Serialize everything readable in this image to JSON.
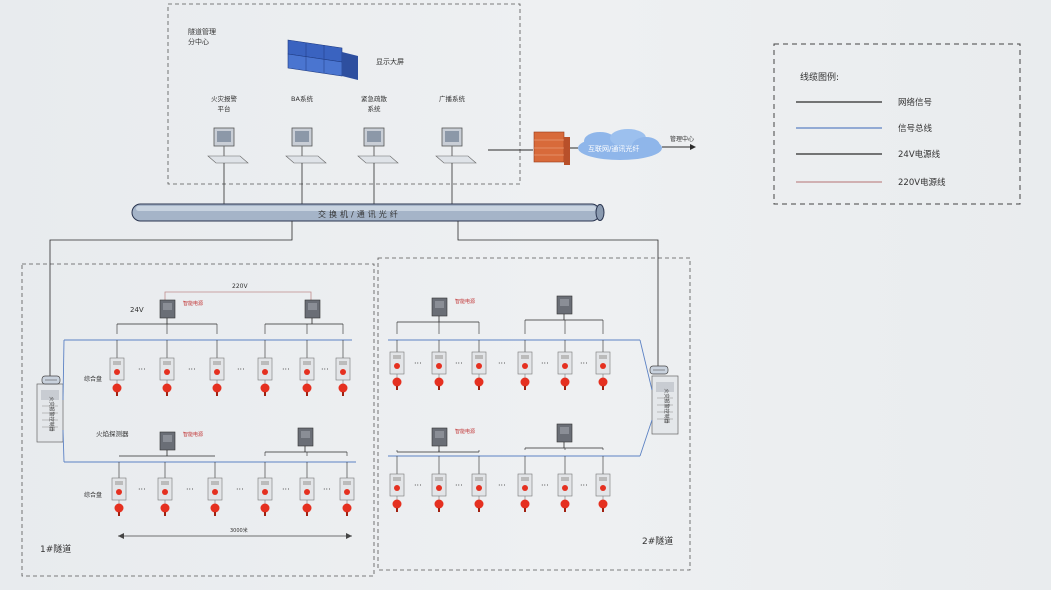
{
  "control_center": {
    "title_line1": "隧道管理",
    "title_line2": "分中心",
    "display_wall_label": "显示大屏",
    "workstations": [
      {
        "label": "火灾报警",
        "label2": "平台"
      },
      {
        "label": "BA系统",
        "label2": ""
      },
      {
        "label": "紧急疏散",
        "label2": "系统"
      },
      {
        "label": "广播系统",
        "label2": ""
      }
    ],
    "cloud_label": "互联网/通讯光纤",
    "mgmt_center_label": "管理中心"
  },
  "backbone_label": "交换机/通讯光纤",
  "legend": {
    "title": "线缆图例:",
    "items": [
      {
        "label": "网络信号",
        "color": "#2b2b2b"
      },
      {
        "label": "信号总线",
        "color": "#5c82c4"
      },
      {
        "label": "24V电源线",
        "color": "#2b2b2b"
      },
      {
        "label": "220V电源线",
        "color": "#c08c8c"
      }
    ]
  },
  "tunnel1": {
    "label": "1#隧道",
    "controller_label": "火灾报警控制器",
    "label_220v": "220V",
    "label_24v": "24V",
    "power_supply_label": "智能电源",
    "junction_label": "综合盘",
    "detector_label": "火焰探测器",
    "dimension_label": "3000米"
  },
  "tunnel2": {
    "label": "2#隧道",
    "controller_label": "火灾报警控制器",
    "power_supply_label": "智能电源"
  },
  "colors": {
    "network": "#2b2b2b",
    "bus": "#5c82c4",
    "power24": "#2b2b2b",
    "power220": "#c08c8c",
    "accent": "#e53020"
  }
}
